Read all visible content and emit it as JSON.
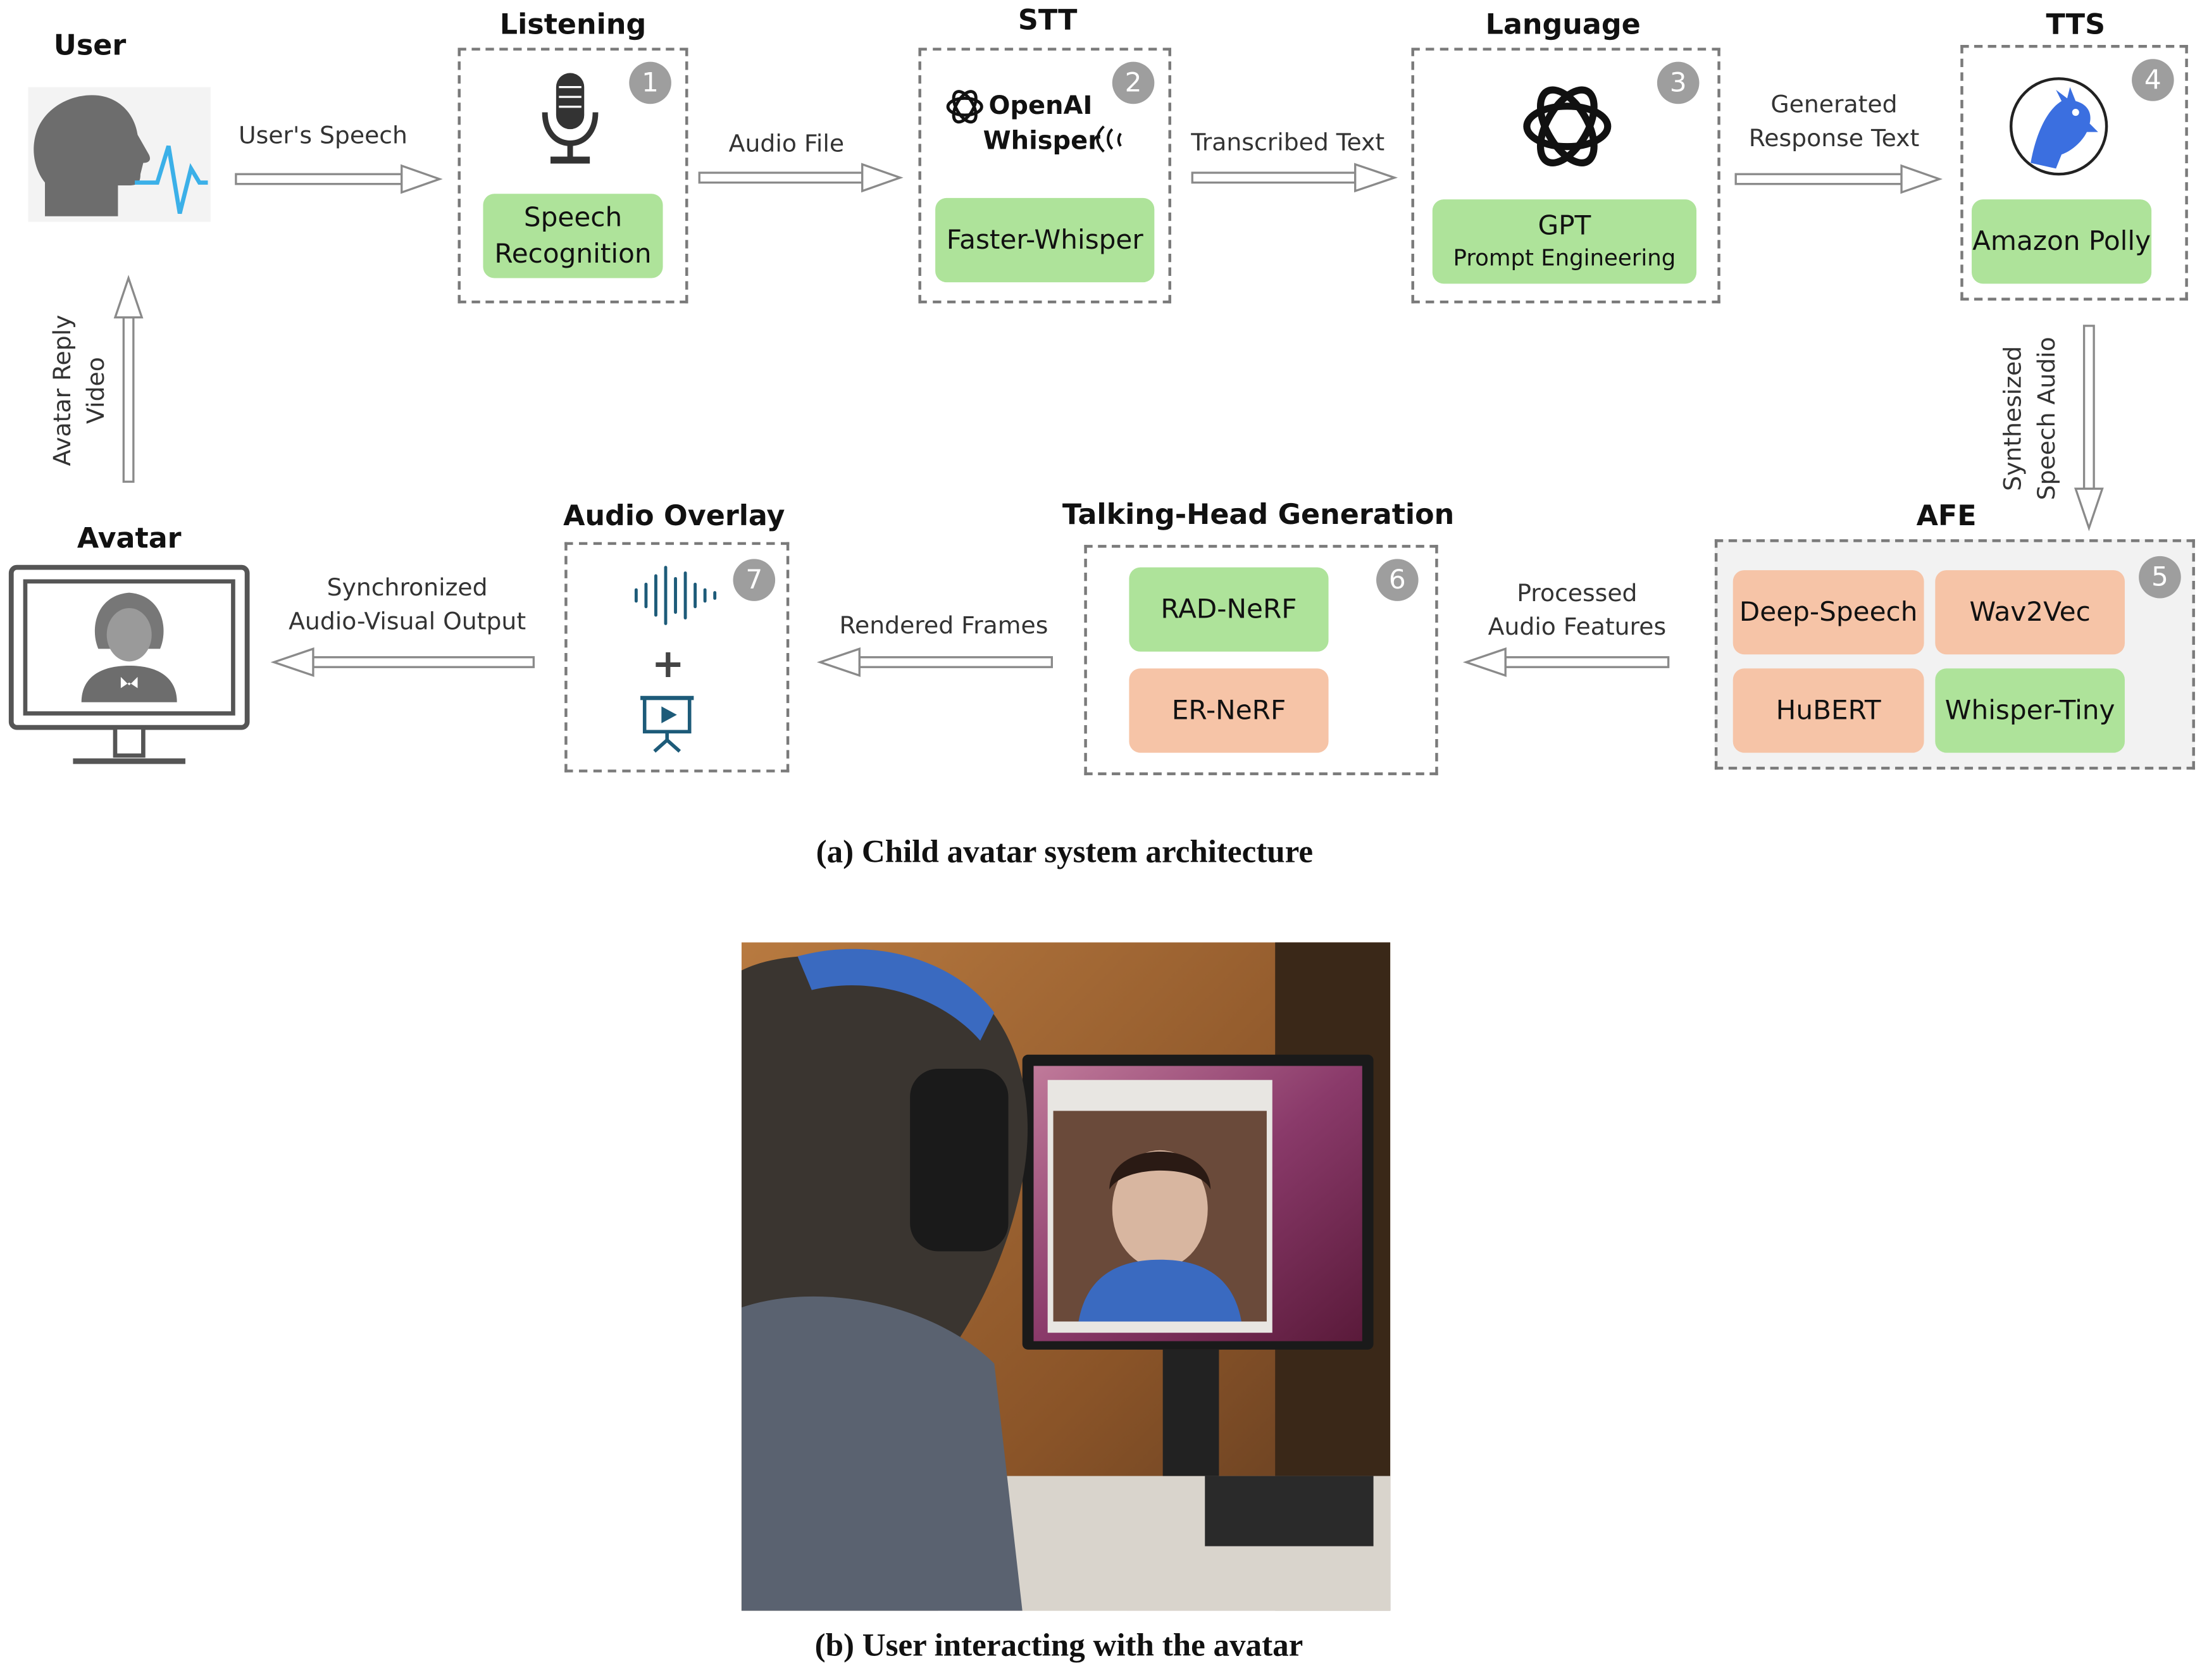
{
  "stages": {
    "user": {
      "title": "User"
    },
    "listening": {
      "title": "Listening",
      "number": "1",
      "item": "Speech Recognition"
    },
    "stt": {
      "title": "STT",
      "number": "2",
      "logo_line1": "OpenAI",
      "logo_line2": "Whisper",
      "item": "Faster-Whisper"
    },
    "language": {
      "title": "Language",
      "number": "3",
      "item_line1": "GPT",
      "item_line2": "Prompt Engineering"
    },
    "tts": {
      "title": "TTS",
      "number": "4",
      "item": "Amazon Polly"
    },
    "afe": {
      "title": "AFE",
      "number": "5",
      "items": [
        "Deep-Speech",
        "Wav2Vec",
        "HuBERT",
        "Whisper-Tiny"
      ]
    },
    "talking_head": {
      "title": "Talking-Head Generation",
      "number": "6",
      "items": [
        "RAD-NeRF",
        "ER-NeRF"
      ]
    },
    "audio_overlay": {
      "title": "Audio Overlay",
      "number": "7",
      "plus": "+"
    },
    "avatar": {
      "title": "Avatar"
    }
  },
  "arrows": {
    "users_speech": "User's Speech",
    "audio_file": "Audio File",
    "transcribed_text": "Transcribed Text",
    "generated_response_line1": "Generated",
    "generated_response_line2": "Response Text",
    "synth_line1": "Synthesized",
    "synth_line2": "Speech Audio",
    "processed_line1": "Processed",
    "processed_line2": "Audio Features",
    "rendered_frames": "Rendered Frames",
    "sync_line1": "Synchronized",
    "sync_line2": "Audio-Visual Output",
    "reply_line1": "Avatar Reply",
    "reply_line2": "Video"
  },
  "captions": {
    "a": "(a) Child avatar system architecture",
    "b": "(b) User interacting with the avatar"
  },
  "colors": {
    "green": "#aee39a",
    "orange": "#f6c4a7",
    "badge": "#9e9e9e",
    "wave_blue": "#3bb0e8",
    "polly_blue": "#3b6fe0",
    "overlay_teal": "#1d5b79"
  },
  "icons": [
    "head-speaking-icon",
    "microphone-icon",
    "openai-logo-icon",
    "polly-parrot-icon",
    "soundwave-icon",
    "video-presentation-icon",
    "monitor-avatar-icon"
  ]
}
